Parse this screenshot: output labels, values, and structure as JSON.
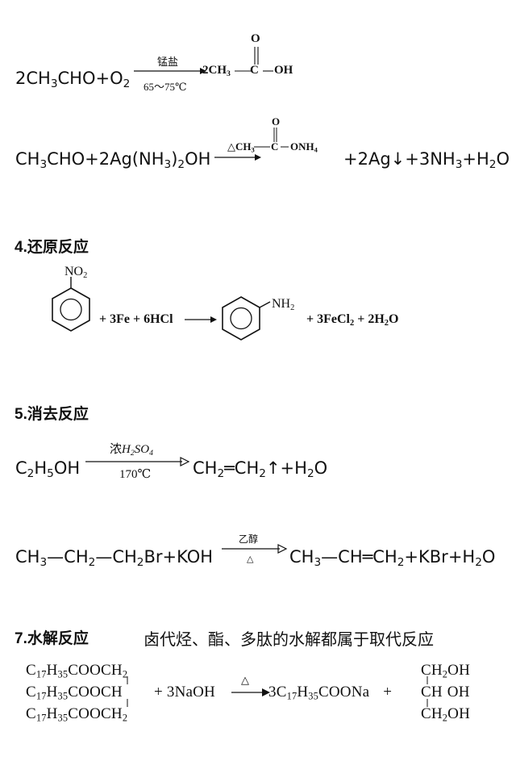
{
  "reactions": {
    "r1": {
      "left": [
        "2CH",
        "3",
        "CHO+O",
        "2"
      ],
      "cond_top": "锰盐",
      "cond_bottom": "65～75℃",
      "product_main": "2CH",
      "product_sub": "3",
      "carbonyl_o": "O",
      "oh": "OH"
    },
    "r2": {
      "left": [
        "CH",
        "3",
        "CHO+2Ag(NH",
        "3",
        ")",
        "2",
        "OH"
      ],
      "cond_before": "△CH",
      "cond_sub": "3",
      "carbonyl_o": "O",
      "onh": "ONH",
      "onh_sub": "4",
      "right": [
        "+2Ag↓+3NH",
        "3",
        "+H",
        "2",
        "O"
      ]
    },
    "r3": {
      "no2": "NO",
      "no2_sub": "2",
      "reagents": "+ 3Fe + 6HCl",
      "nh2": "NH",
      "nh2_sub": "2",
      "products": [
        "+ 3FeCl",
        "2",
        " + 2H",
        "2",
        "O"
      ]
    },
    "r4": {
      "left": [
        "C",
        "2",
        "H",
        "5",
        "OH"
      ],
      "cond_top": [
        "浓",
        "H",
        "2",
        "SO",
        "4"
      ],
      "cond_bottom": "170℃",
      "right": [
        "CH",
        "2",
        "═CH",
        "2",
        "↑+H",
        "2",
        "O"
      ]
    },
    "r5": {
      "left": [
        "CH",
        "3",
        "—CH",
        "2",
        "—CH",
        "2",
        "Br+KOH"
      ],
      "cond_top": "乙醇",
      "cond_bottom": "△",
      "right": [
        "CH",
        "3",
        "—CH═CH",
        "2",
        "+KBr+H",
        "2",
        "O"
      ]
    },
    "r6": {
      "ester_rows": [
        [
          "C",
          "17",
          "H",
          "35",
          "COOCH",
          "2",
          ""
        ],
        [
          "C",
          "17",
          "H",
          "35",
          "COOCH",
          "",
          ""
        ],
        [
          "C",
          "17",
          "H",
          "35",
          "COOCH",
          "2",
          ""
        ]
      ],
      "naoh": "+ 3NaOH",
      "cond": "△",
      "product": [
        "3C",
        "17",
        "H",
        "35",
        "COONa",
        "+"
      ],
      "glycerol_rows": [
        [
          "CH",
          "2",
          "OH"
        ],
        [
          "CH",
          "",
          "OH"
        ],
        [
          "CH",
          "2",
          "OH"
        ]
      ]
    }
  },
  "sections": {
    "s4": {
      "num": "4",
      "title": ".还原反应"
    },
    "s5": {
      "num": "5",
      "title": ".消去反应"
    },
    "s7": {
      "num": "7",
      "title": ".水解反应",
      "note": "卤代烃、酯、多肽的水解都属于取代反应"
    }
  }
}
